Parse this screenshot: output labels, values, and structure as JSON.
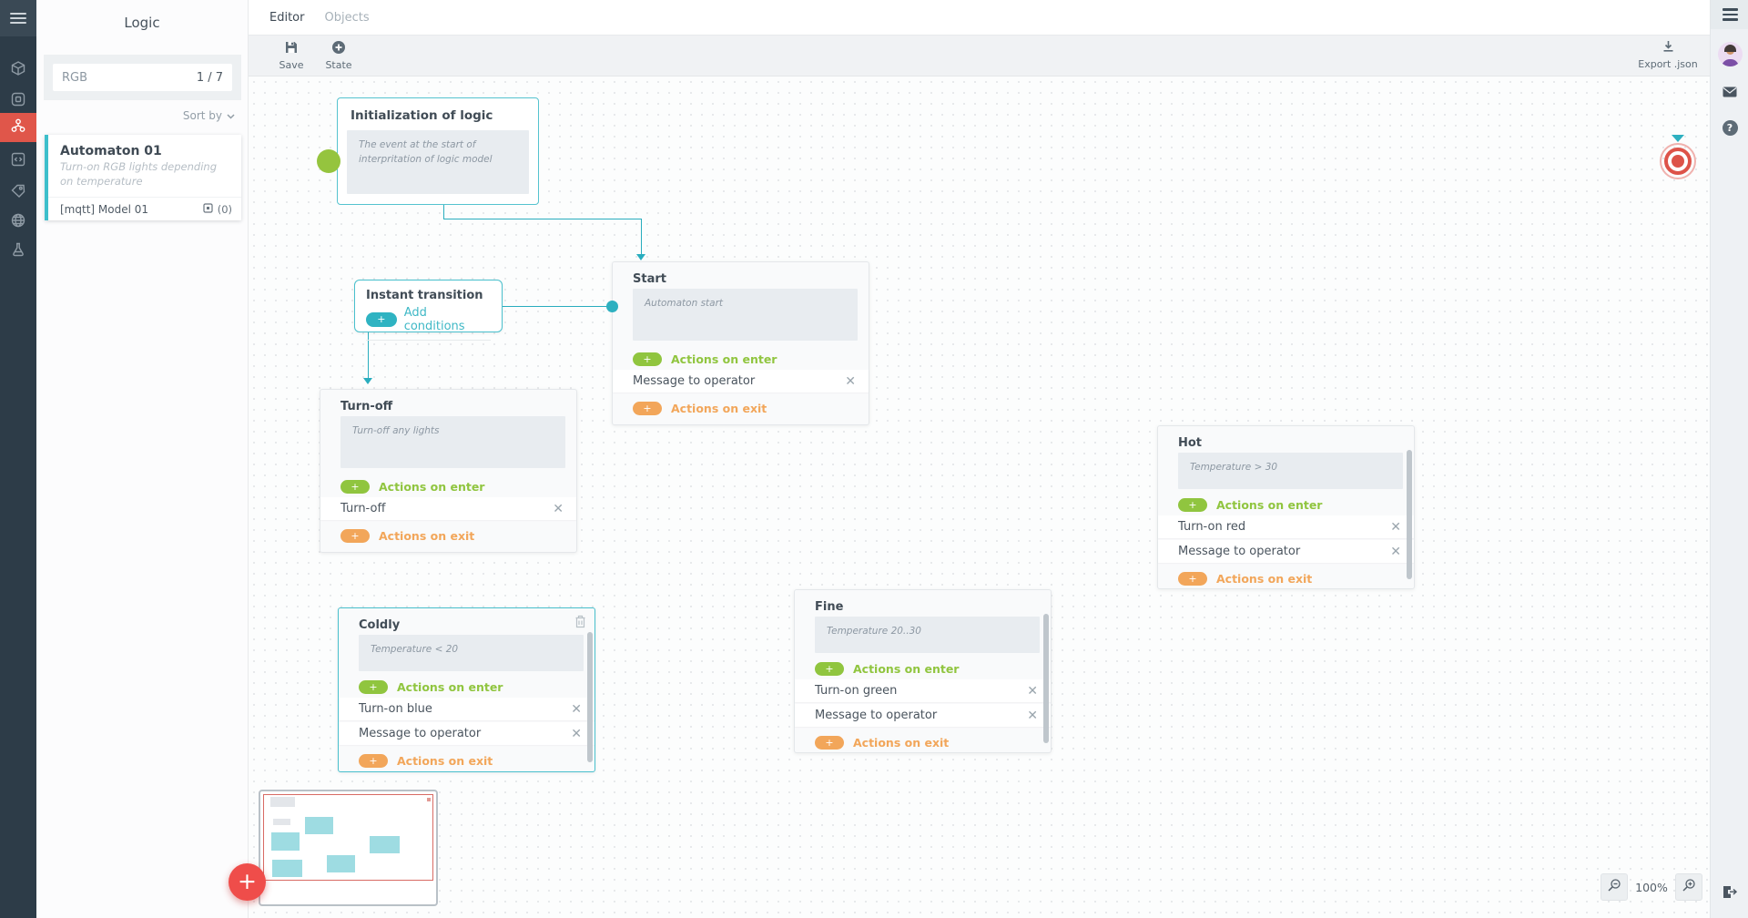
{
  "panel": {
    "title": "Logic",
    "search_value": "RGB",
    "search_counter": "1 / 7",
    "sort_label": "Sort by",
    "item": {
      "title": "Automaton 01",
      "description": "Turn-on RGB lights depending on temperature",
      "footer": "[mqtt] Model 01",
      "count": "(0)"
    }
  },
  "tabs": {
    "editor": "Editor",
    "objects": "Objects"
  },
  "toolbar": {
    "save": "Save",
    "state": "State",
    "export": "Export .json"
  },
  "labels": {
    "enter": "Actions on enter",
    "exit": "Actions on exit",
    "add_conditions": "Add conditions"
  },
  "nodes": {
    "init": {
      "title": "Initialization of logic",
      "description": "The event at the start of interpritation of logic model"
    },
    "instant": {
      "title": "Instant transition"
    },
    "start": {
      "title": "Start",
      "description": "Automaton start",
      "actions": [
        "Message to operator"
      ]
    },
    "turnoff": {
      "title": "Turn-off",
      "description": "Turn-off any lights",
      "actions": [
        "Turn-off"
      ]
    },
    "hot": {
      "title": "Hot",
      "description": "Temperature > 30",
      "actions": [
        "Turn-on red",
        "Message to operator"
      ]
    },
    "coldly": {
      "title": "Coldly",
      "description": "Temperature < 20",
      "actions": [
        "Turn-on blue",
        "Message to operator"
      ]
    },
    "fine": {
      "title": "Fine",
      "description": "Temperature 20..30",
      "actions": [
        "Turn-on green",
        "Message to operator"
      ]
    }
  },
  "zoom": {
    "level": "100%"
  },
  "icons": [
    "menu-icon",
    "cube-icon",
    "frame-icon",
    "logic-tree-icon",
    "code-icon",
    "tag-icon",
    "globe-icon",
    "flask-icon",
    "save-icon",
    "plus-circle-icon",
    "download-icon",
    "chevron-down-icon",
    "close-icon",
    "trash-icon",
    "zoom-out-icon",
    "zoom-in-icon",
    "avatar",
    "mail-icon",
    "help-icon",
    "exit-icon"
  ],
  "colors": {
    "accent_teal": "#2fb3c2",
    "green": "#90c53f",
    "orange": "#f2a65a",
    "nav_active_red": "#e0564a",
    "fab_red": "#ef4d4a",
    "target_red": "#dd5349",
    "sidebar_dark": "#2d3c48"
  }
}
